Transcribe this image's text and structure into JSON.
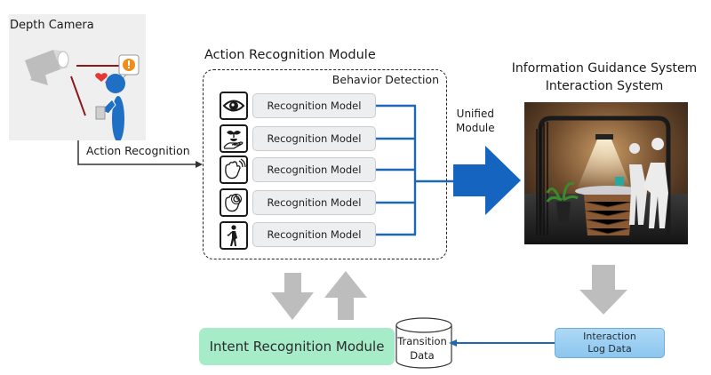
{
  "diagram": {
    "depth_camera": {
      "title": "Depth Camera",
      "icons": [
        "camera-icon",
        "person-icon",
        "heart-icon",
        "alert-bubble-icon"
      ]
    },
    "action_recognition_arrow_label": "Action Recognition",
    "action_recognition_module": {
      "title": "Action Recognition Module",
      "group_label": "Behavior Detection",
      "models": [
        {
          "icon": "eye-icon",
          "label": "Recognition Model"
        },
        {
          "icon": "hand-plant-icon",
          "label": "Recognition Model"
        },
        {
          "icon": "waving-hand-icon",
          "label": "Recognition Model"
        },
        {
          "icon": "touch-hand-icon",
          "label": "Recognition Model"
        },
        {
          "icon": "walking-person-icon",
          "label": "Recognition Model"
        }
      ]
    },
    "unified_module": {
      "line1": "Unified",
      "line2": "Module"
    },
    "info_system": {
      "title_line1": "Information Guidance System",
      "title_line2": "Interaction System",
      "image": "kiosk-booth-photo"
    },
    "intent_module": {
      "label": "Intent Recognition Module"
    },
    "transition_data": {
      "line1": "Transition",
      "line2": "Data"
    },
    "interaction_log": {
      "line1": "Interaction",
      "line2": "Log Data"
    },
    "colors": {
      "blue_accent": "#1565c0",
      "gray_arrow": "#bdbdbd",
      "intent_green": "#a6ecc9",
      "log_blue": "#9fd0f3",
      "camera_line": "#8b1a1a"
    }
  }
}
